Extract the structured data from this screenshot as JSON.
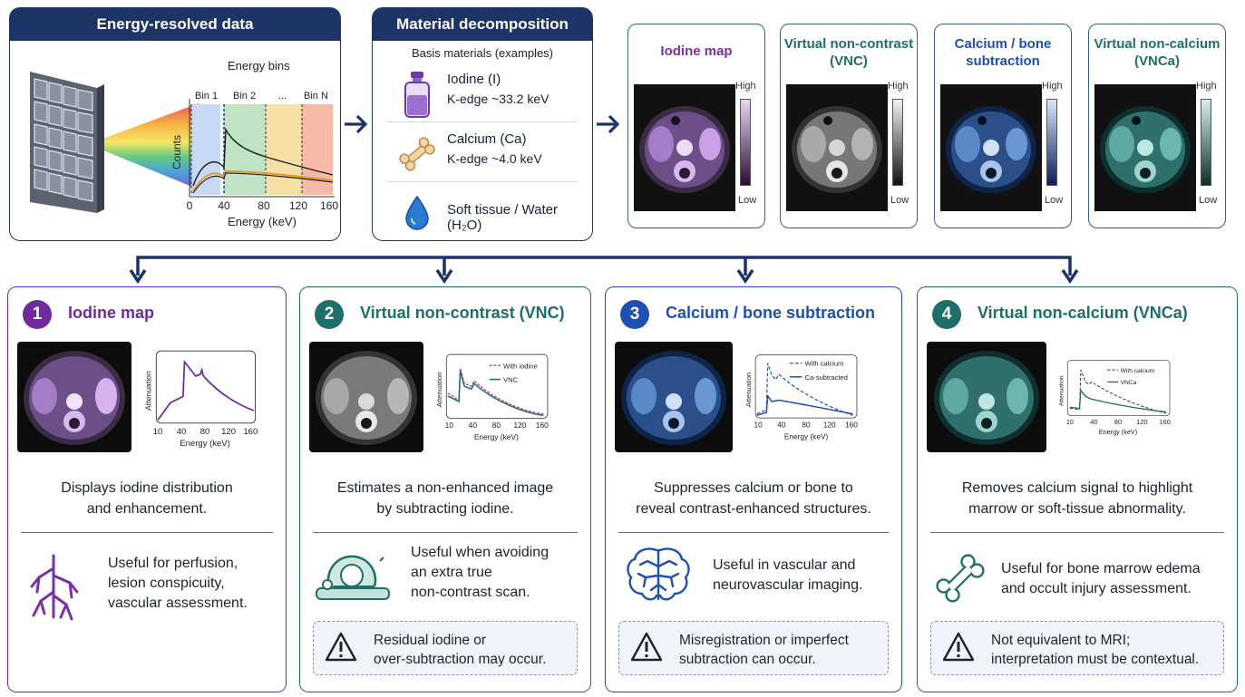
{
  "energy_panel": {
    "title": "Energy-resolved data",
    "bins_title": "Energy bins",
    "bins": [
      "Bin 1",
      "Bin 2",
      "...",
      "Bin N"
    ],
    "ylabel": "Counts",
    "xlabel": "Energy (keV)",
    "xticks": [
      "0",
      "40",
      "80",
      "120",
      "160"
    ]
  },
  "decomp_panel": {
    "title": "Material decomposition",
    "subtitle": "Basis materials (examples)",
    "materials": [
      {
        "name": "Iodine (I)",
        "detail": "K-edge ~33.2 keV",
        "icon": "vial-icon"
      },
      {
        "name": "Calcium (Ca)",
        "detail": "K-edge ~4.0 keV",
        "icon": "bone-icon"
      },
      {
        "name": "Soft tissue / Water (H₂O)",
        "detail": "",
        "icon": "water-drop-icon"
      }
    ]
  },
  "maps": [
    {
      "title": "Iodine map",
      "color": "#7b2fa8",
      "cb_top": "#e9d7f3",
      "cb_bot": "#2a0b3a",
      "tint": "#8f4bc0",
      "high": "High",
      "low": "Low"
    },
    {
      "title": "Virtual non-contrast (VNC)",
      "color": "#1f6e6a",
      "cb_top": "#f2f2f2",
      "cb_bot": "#101010",
      "tint": "#9a9a9a",
      "high": "High",
      "low": "Low"
    },
    {
      "title": "Calcium / bone subtraction",
      "color": "#1f4fb0",
      "cb_top": "#dbe6fb",
      "cb_bot": "#0a1c5a",
      "tint": "#3a72c9",
      "high": "High",
      "low": "Low"
    },
    {
      "title": "Virtual non-calcium (VNCa)",
      "color": "#1f6e6a",
      "cb_top": "#d6efee",
      "cb_bot": "#0c2f2f",
      "tint": "#4ea39f",
      "high": "High",
      "low": "Low"
    }
  ],
  "cards": [
    {
      "num": "1",
      "title": "Iodine map",
      "color": "#6f2a9c",
      "desc": [
        "Displays iodine distribution",
        "and enhancement."
      ],
      "use": [
        "Useful for perfusion,",
        "lesion conspicuity,",
        "vascular assessment."
      ],
      "use_icon": "vessel-tree-icon",
      "chart": {
        "ylabel": "Attenuation",
        "xlabel": "Energy (keV)",
        "xticks": [
          "10",
          "40",
          "80",
          "120",
          "160"
        ],
        "legend": []
      },
      "warning": []
    },
    {
      "num": "2",
      "title": "Virtual non-contrast (VNC)",
      "color": "#1f6e6a",
      "desc": [
        "Estimates a non-enhanced image",
        "by subtracting iodine."
      ],
      "use": [
        "Useful when avoiding",
        "an extra true",
        "non-contrast scan."
      ],
      "use_icon": "ct-scanner-icon",
      "chart": {
        "ylabel": "Attenuation",
        "xlabel": "Energy (keV)",
        "xticks": [
          "10",
          "40",
          "80",
          "120",
          "160"
        ],
        "legend": [
          "With iodine",
          "VNC"
        ]
      },
      "warning": [
        "Residual iodine or",
        "over-subtraction may occur."
      ]
    },
    {
      "num": "3",
      "title": "Calcium / bone subtraction",
      "color": "#1f4fb0",
      "desc": [
        "Suppresses calcium or bone to",
        "reveal contrast-enhanced structures."
      ],
      "use": [
        "Useful in vascular and",
        "neurovascular imaging."
      ],
      "use_icon": "brain-icon",
      "chart": {
        "ylabel": "Attenuation",
        "xlabel": "Energy (keV)",
        "xticks": [
          "10",
          "40",
          "80",
          "120",
          "160"
        ],
        "legend": [
          "With calcium",
          "Ca-subtracted"
        ]
      },
      "warning": [
        "Misregistration or imperfect",
        "subtraction can occur."
      ]
    },
    {
      "num": "4",
      "title": "Virtual non-calcium (VNCa)",
      "color": "#1f6e6a",
      "desc": [
        "Removes calcium signal to highlight",
        "marrow or soft-tissue abnormality."
      ],
      "use": [
        "Useful for bone marrow edema",
        "and occult injury assessment."
      ],
      "use_icon": "bone-icon",
      "chart": {
        "ylabel": "Attenuation",
        "xlabel": "Energy (keV)",
        "xticks": [
          "10",
          "40",
          "80",
          "120",
          "160"
        ],
        "legend": [
          "With calcium",
          "VNCa"
        ]
      },
      "warning": [
        "Not equivalent to MRI;",
        "interpretation must be contextual."
      ]
    }
  ]
}
